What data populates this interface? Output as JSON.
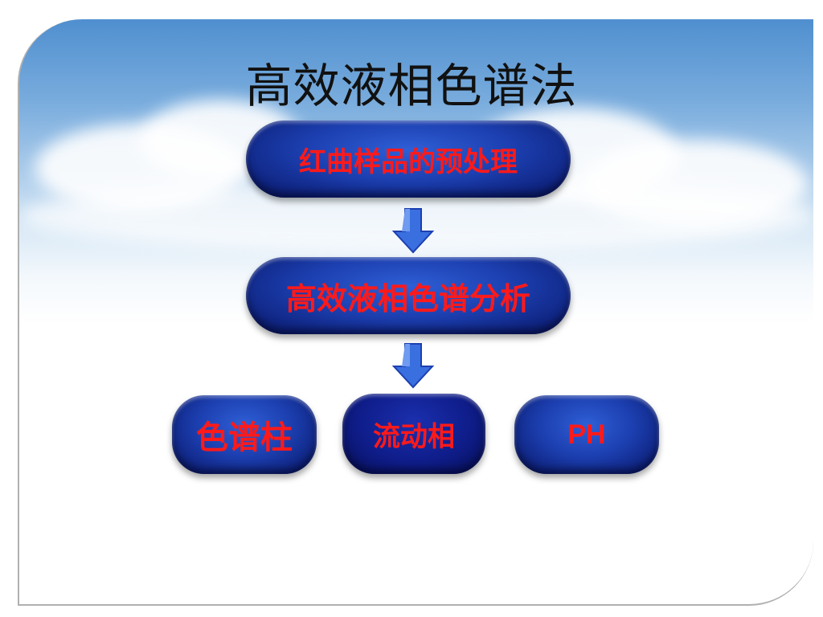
{
  "title": "高效液相色谱法",
  "flow": {
    "step1": "红曲样品的预处理",
    "step2": "高效液相色谱分析",
    "branches": [
      "色谱柱",
      "流动相",
      "PH"
    ]
  },
  "colors": {
    "pill_fill": "#1c3fb0",
    "pill_text": "#ff1a1a",
    "arrow": "#3a6fe0",
    "sky": "#79acdd"
  }
}
